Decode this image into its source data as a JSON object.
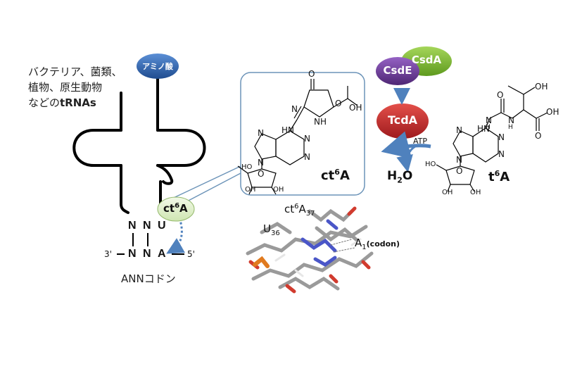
{
  "left_text": {
    "line1": "バクテリア、菌類、",
    "line2": "植物、原生動物",
    "line3_prefix": "などの",
    "line3_bold": "tRNAs"
  },
  "amino_acid_label": "アミノ酸",
  "ct6a_badge": {
    "base": "ct",
    "sup": "6",
    "tail": "A"
  },
  "anticodon": {
    "top": [
      "N",
      "N",
      "U"
    ],
    "bottom": [
      "N",
      "N",
      "A"
    ],
    "end_left": "3'",
    "end_right": "5'"
  },
  "codon_caption": "ANNコドン",
  "inset": {
    "title": {
      "base": "ct",
      "sup": "6",
      "tail": "A"
    },
    "atom_labels": [
      "O",
      "O",
      "N",
      "NH",
      "OH",
      "HN",
      "N",
      "N",
      "N",
      "N",
      "O",
      "HO",
      "OH",
      "OH"
    ]
  },
  "enzymes": {
    "csda": "CsdA",
    "csde": "CsdE",
    "tcda": "TcdA"
  },
  "reaction": {
    "atp": "ATP",
    "water": {
      "base": "H",
      "sub": "2",
      "tail": "O"
    }
  },
  "substrate": {
    "name": {
      "base": "t",
      "sup": "6",
      "tail": "A"
    },
    "atom_labels": [
      "OH",
      "O",
      "OH",
      "O",
      "N",
      "N",
      "H",
      "H",
      "HN",
      "N",
      "N",
      "N",
      "N",
      "O",
      "HO",
      "OH",
      "OH"
    ]
  },
  "structure_labels": {
    "ct6a37": {
      "base": "ct",
      "sup": "6",
      "mid": "A",
      "sub": "37"
    },
    "u36": {
      "base": "U",
      "sub": "36"
    },
    "a1": {
      "base": "A",
      "sub": "1",
      "tail": "(codon)"
    }
  },
  "colors": {
    "amino_acid_blue": "#2f63ad",
    "csda_green": "#7ab62e",
    "csde_purple": "#6b3c98",
    "tcda_red": "#c8282b",
    "ct6a_green": "#dff0c9",
    "arrow_blue": "#4f81bd"
  }
}
